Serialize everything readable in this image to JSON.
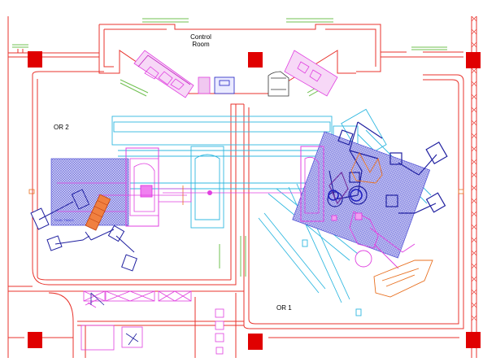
{
  "labels": {
    "control_room_line1": "Control",
    "control_room_line2": "Room",
    "or2": "OR 2",
    "or1": "OR 1"
  },
  "colors": {
    "wall": "#e8332c",
    "column": "#e00000",
    "table": "#e040e0",
    "cyan": "#30b8e0",
    "blue": "#2020c0",
    "hatch": "#3a3ad0",
    "orange": "#e87020",
    "green": "#70c050",
    "purple": "#7030a0"
  }
}
